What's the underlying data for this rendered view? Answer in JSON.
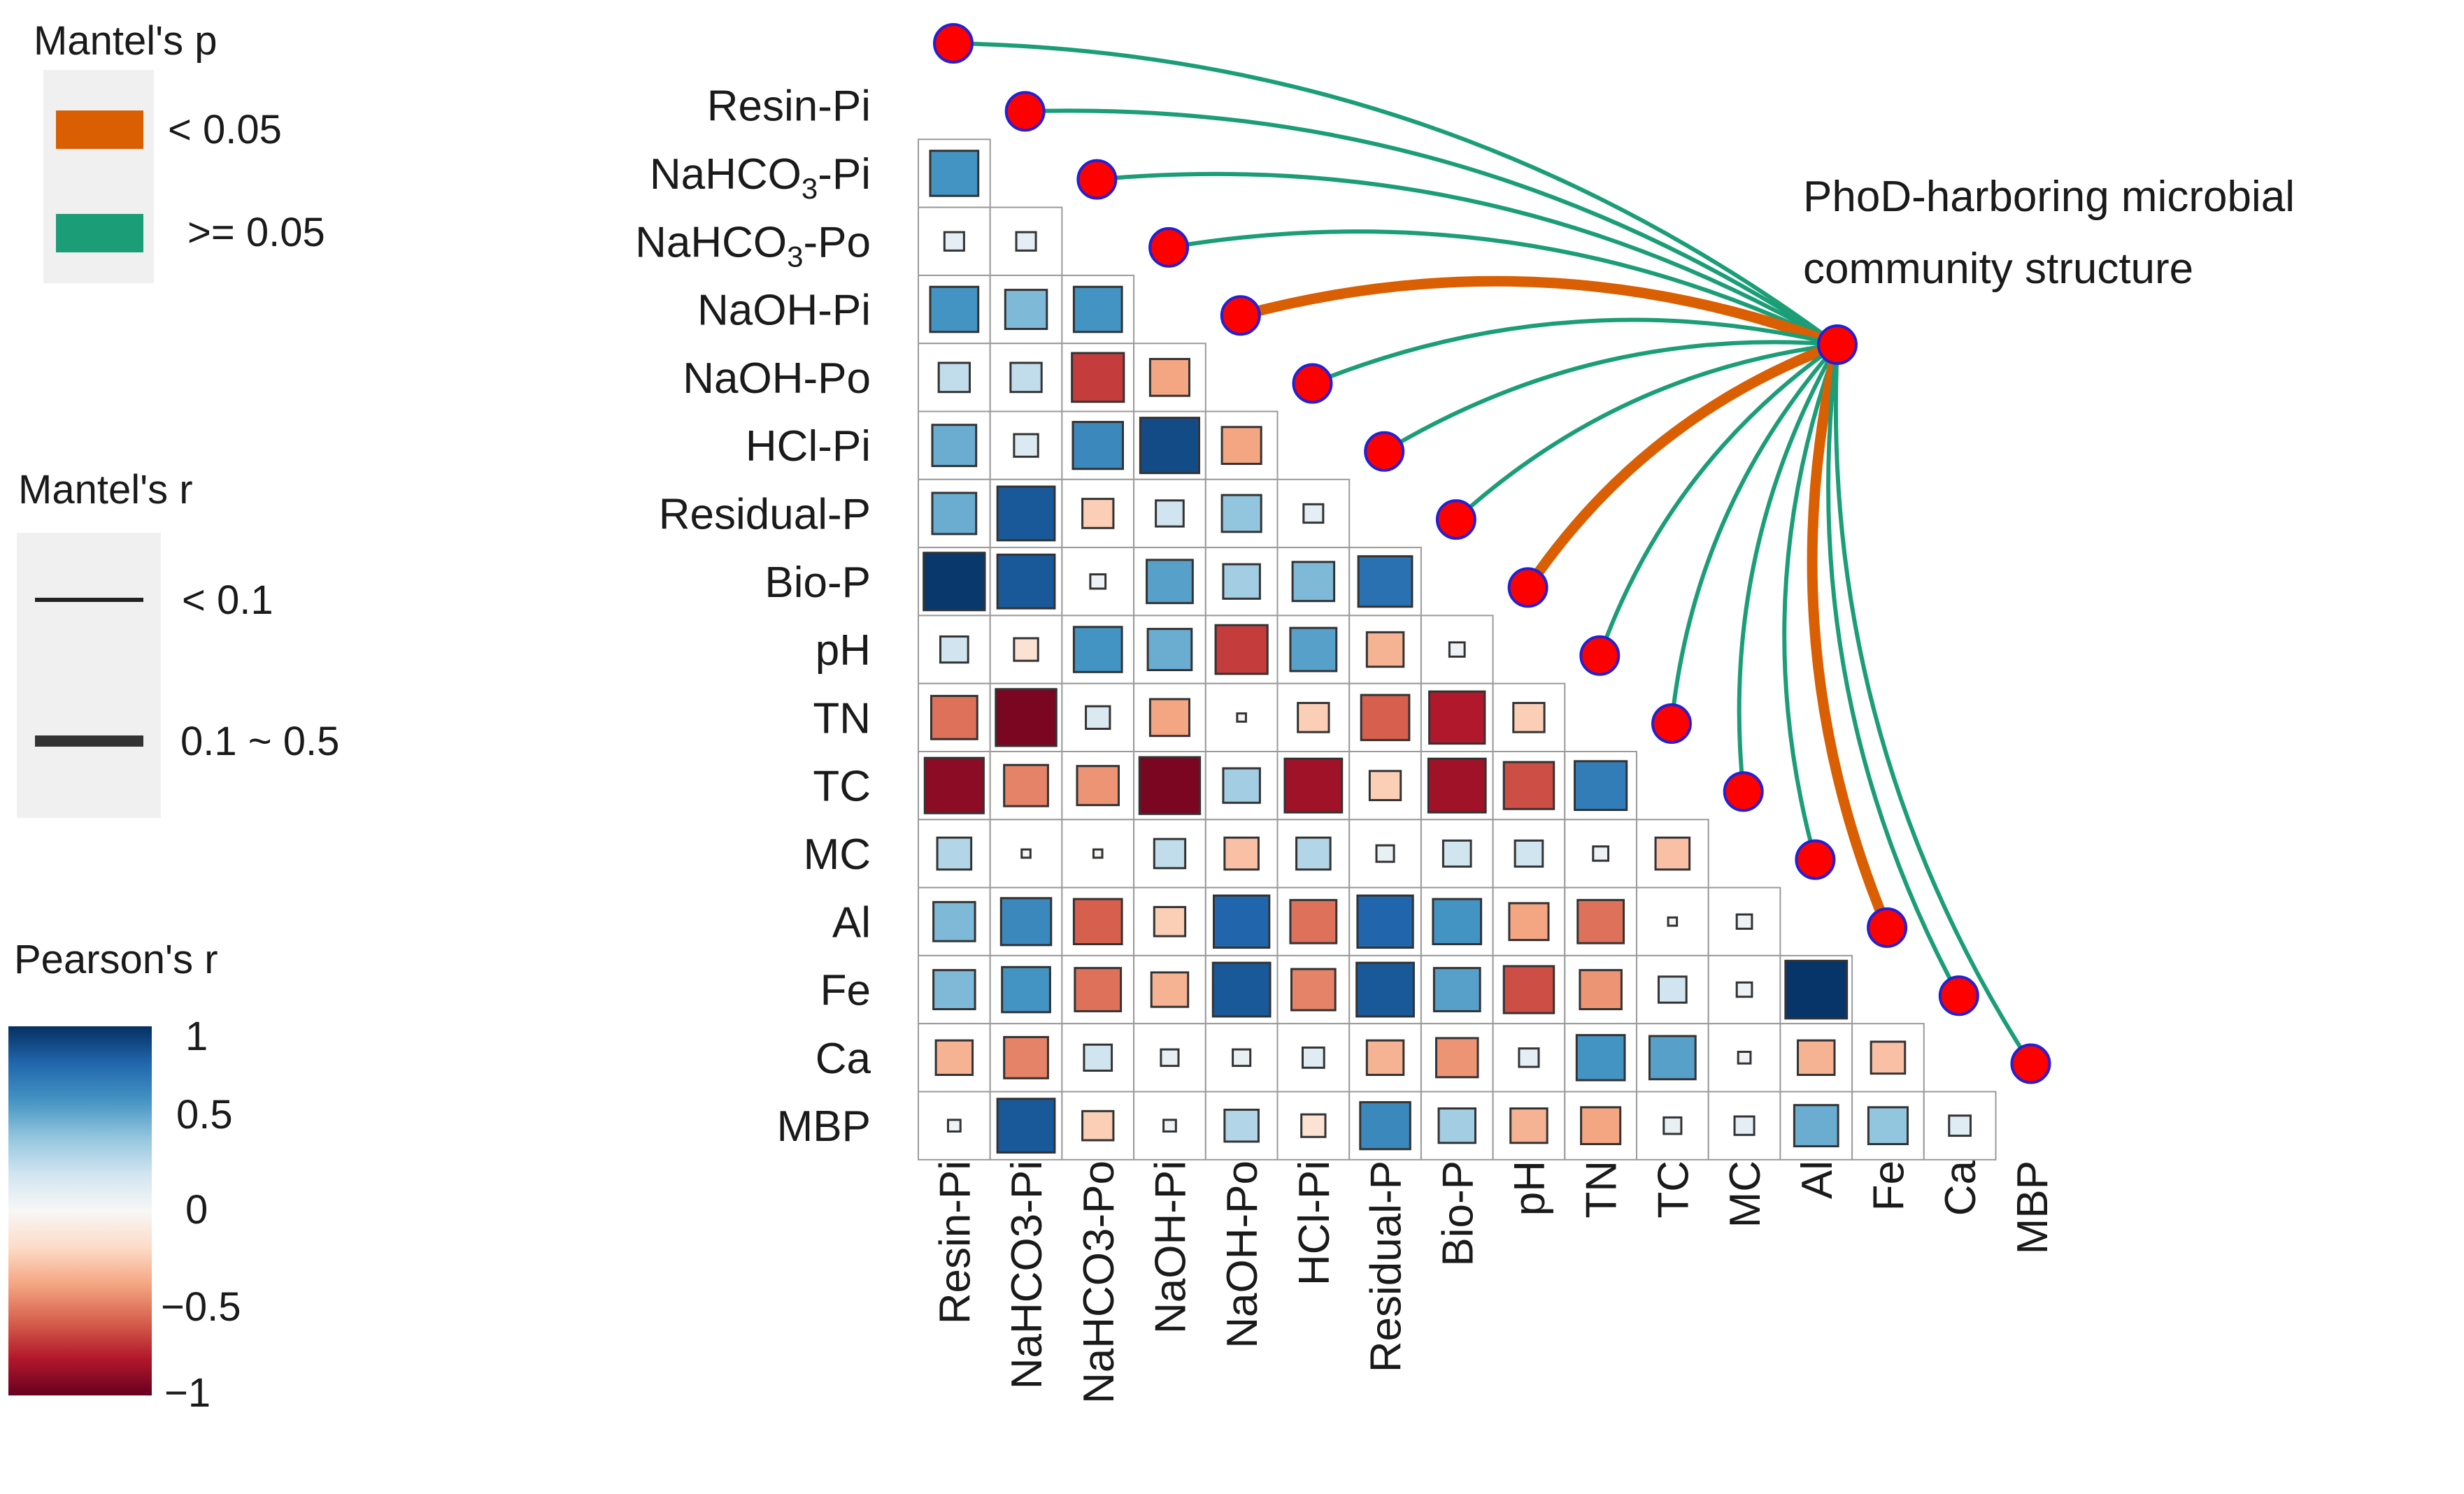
{
  "chart_data": {
    "type": "heatmap",
    "title": "",
    "variables": [
      "Resin-Pi",
      "NaHCO3-Pi",
      "NaHCO3-Po",
      "NaOH-Pi",
      "NaOH-Po",
      "HCl-Pi",
      "Residual-P",
      "Bio-P",
      "pH",
      "TN",
      "TC",
      "MC",
      "Al",
      "Fe",
      "Ca",
      "MBP"
    ],
    "row_labels": [
      {
        "main": "Resin-Pi"
      },
      {
        "main": "NaHCO",
        "sub": "3",
        "tail": "-Pi"
      },
      {
        "main": "NaHCO",
        "sub": "3",
        "tail": "-Po"
      },
      {
        "main": "NaOH-Pi"
      },
      {
        "main": "NaOH-Po"
      },
      {
        "main": "HCl-Pi"
      },
      {
        "main": "Residual-P"
      },
      {
        "main": "Bio-P"
      },
      {
        "main": "pH"
      },
      {
        "main": "TN"
      },
      {
        "main": "TC"
      },
      {
        "main": "MC"
      },
      {
        "main": "Al"
      },
      {
        "main": "Fe"
      },
      {
        "main": "Ca"
      },
      {
        "main": "MBP"
      }
    ],
    "col_labels": [
      "Resin-Pi",
      "NaHCO3-Pi",
      "NaHCO3-Po",
      "NaOH-Pi",
      "NaOH-Po",
      "HCl-Pi",
      "Residual-P",
      "Bio-P",
      "pH",
      "TN",
      "TC",
      "MC",
      "Al",
      "Fe",
      "Ca",
      "MBP"
    ],
    "pearson_lower": [
      [
        0.6
      ],
      [
        0.1,
        0.1
      ],
      [
        0.6,
        0.45,
        0.6
      ],
      [
        0.25,
        0.25,
        -0.7,
        -0.4
      ],
      [
        0.5,
        0.15,
        0.65,
        0.9,
        -0.4
      ],
      [
        0.5,
        0.85,
        -0.25,
        0.2,
        0.4,
        0.1
      ],
      [
        0.97,
        0.85,
        0.06,
        0.55,
        0.35,
        0.45,
        0.75
      ],
      [
        0.2,
        -0.15,
        0.6,
        0.5,
        -0.7,
        0.55,
        -0.35,
        0.06
      ],
      [
        -0.55,
        -0.95,
        0.15,
        -0.4,
        -0.02,
        -0.25,
        -0.6,
        -0.8,
        -0.25
      ],
      [
        -0.9,
        -0.5,
        -0.45,
        -0.95,
        0.35,
        -0.85,
        -0.25,
        -0.85,
        -0.65,
        0.7
      ],
      [
        0.3,
        0.02,
        -0.02,
        0.25,
        -0.3,
        0.3,
        0.08,
        0.2,
        0.2,
        0.06,
        -0.3
      ],
      [
        0.45,
        0.65,
        -0.6,
        -0.25,
        0.8,
        -0.55,
        0.8,
        0.6,
        -0.4,
        -0.55,
        0.02,
        0.06
      ],
      [
        0.45,
        0.6,
        -0.55,
        -0.35,
        0.85,
        -0.5,
        0.85,
        0.55,
        -0.65,
        -0.45,
        0.2,
        0.06,
        0.98
      ],
      [
        -0.35,
        -0.5,
        0.2,
        0.08,
        0.08,
        0.12,
        -0.35,
        -0.45,
        0.1,
        0.6,
        0.55,
        0.04,
        -0.35,
        -0.3
      ],
      [
        0.04,
        0.85,
        -0.25,
        0.04,
        0.3,
        -0.15,
        0.65,
        0.35,
        -0.35,
        -0.4,
        0.08,
        0.1,
        0.5,
        0.4,
        0.12
      ]
    ],
    "mantel_target": [
      "PhoD-harboring microbial",
      "community structure"
    ],
    "mantel": [
      {
        "var": "Resin-Pi",
        "p": ">= 0.05",
        "r": "< 0.1"
      },
      {
        "var": "NaHCO3-Pi",
        "p": ">= 0.05",
        "r": "< 0.1"
      },
      {
        "var": "NaHCO3-Po",
        "p": ">= 0.05",
        "r": "< 0.1"
      },
      {
        "var": "NaOH-Pi",
        "p": ">= 0.05",
        "r": "< 0.1"
      },
      {
        "var": "NaOH-Po",
        "p": "< 0.05",
        "r": "0.1 ~ 0.5"
      },
      {
        "var": "HCl-Pi",
        "p": ">= 0.05",
        "r": "< 0.1"
      },
      {
        "var": "Residual-P",
        "p": ">= 0.05",
        "r": "< 0.1"
      },
      {
        "var": "Bio-P",
        "p": ">= 0.05",
        "r": "< 0.1"
      },
      {
        "var": "pH",
        "p": "< 0.05",
        "r": "0.1 ~ 0.5"
      },
      {
        "var": "TN",
        "p": ">= 0.05",
        "r": "< 0.1"
      },
      {
        "var": "TC",
        "p": ">= 0.05",
        "r": "< 0.1"
      },
      {
        "var": "MC",
        "p": ">= 0.05",
        "r": "< 0.1"
      },
      {
        "var": "Al",
        "p": ">= 0.05",
        "r": "< 0.1"
      },
      {
        "var": "Fe",
        "p": "< 0.05",
        "r": "0.1 ~ 0.5"
      },
      {
        "var": "Ca",
        "p": ">= 0.05",
        "r": "< 0.1"
      },
      {
        "var": "MBP",
        "p": ">= 0.05",
        "r": "< 0.1"
      }
    ],
    "legend_p": {
      "title": "Mantel's p",
      "items": [
        {
          "label": "< 0.05",
          "color": "#d95f02"
        },
        {
          "label": ">= 0.05",
          "color": "#1b9e77"
        }
      ]
    },
    "legend_r": {
      "title": "Mantel's r",
      "items": [
        {
          "label": "< 0.1",
          "weight": "thin"
        },
        {
          "label": "0.1 ~ 0.5",
          "weight": "thick"
        }
      ]
    },
    "legend_pearson": {
      "title": "Pearson's r",
      "ticks": [
        "1",
        "0.5",
        "0",
        "−0.5",
        "−1"
      ],
      "range": [
        -1,
        1
      ]
    },
    "colors": {
      "p_significant": "#d95f02",
      "p_not_significant": "#1b9e77",
      "node_fill": "#ff0000",
      "node_stroke": "#2121d6",
      "legend_background": "#f0f0f0",
      "cell_border": "#333333",
      "scale": [
        "#053061",
        "#2166ac",
        "#4393c3",
        "#92c5de",
        "#d1e5f0",
        "#f7f7f7",
        "#fddbc7",
        "#f4a582",
        "#d6604d",
        "#b2182b",
        "#67001f"
      ]
    }
  }
}
